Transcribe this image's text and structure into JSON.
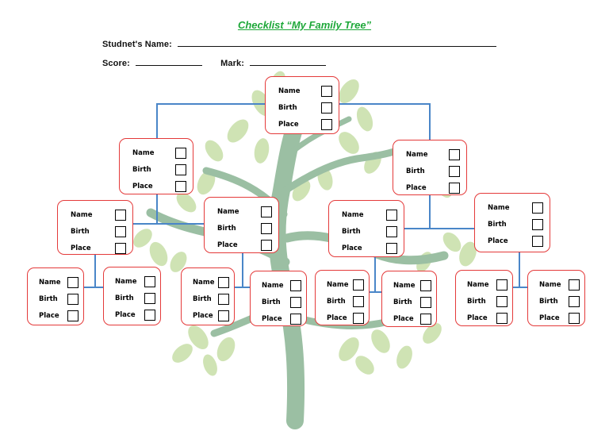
{
  "header": {
    "title": "Checklist “My Family Tree”",
    "student_label": "Studnet's Name:",
    "score_label": "Score:",
    "mark_label": "Mark:"
  },
  "card_fields": [
    "Name",
    "Birth",
    "Place"
  ],
  "colors": {
    "title": "#1fa83a",
    "card_border": "#e43a3a",
    "connector": "#4a86c8",
    "tree_trunk": "#9bbfa3",
    "leaf": "#cfe3b4"
  }
}
